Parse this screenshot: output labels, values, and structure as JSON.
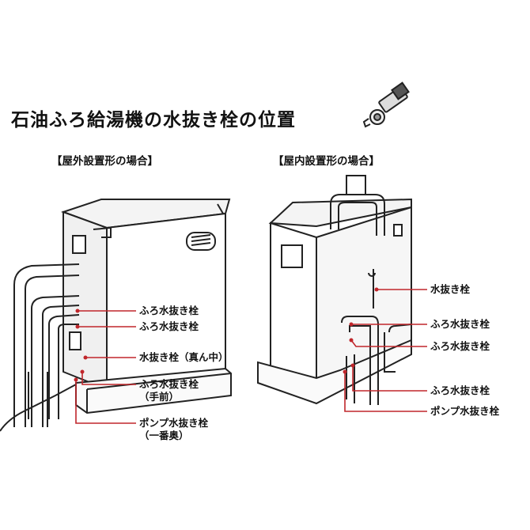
{
  "title": "石油ふろ給湯機の水抜き栓の位置",
  "outdoor": {
    "heading": "【屋外設置形の場合】",
    "labels": [
      "ふろ水抜き栓",
      "ふろ水抜き栓",
      "水抜き栓（真ん中）",
      "ふろ水抜き栓",
      "（手前）",
      "ポンプ水抜き栓",
      "（一番奥）"
    ]
  },
  "indoor": {
    "heading": "【屋内設置形の場合】",
    "labels": [
      "水抜き栓",
      "ふろ水抜き栓",
      "ふろ水抜き栓",
      "ふろ水抜き栓",
      "ポンプ水抜き栓"
    ]
  },
  "colors": {
    "leader": "#c0262b",
    "line": "#222222"
  },
  "icons": [
    "valve-tap-icon"
  ]
}
